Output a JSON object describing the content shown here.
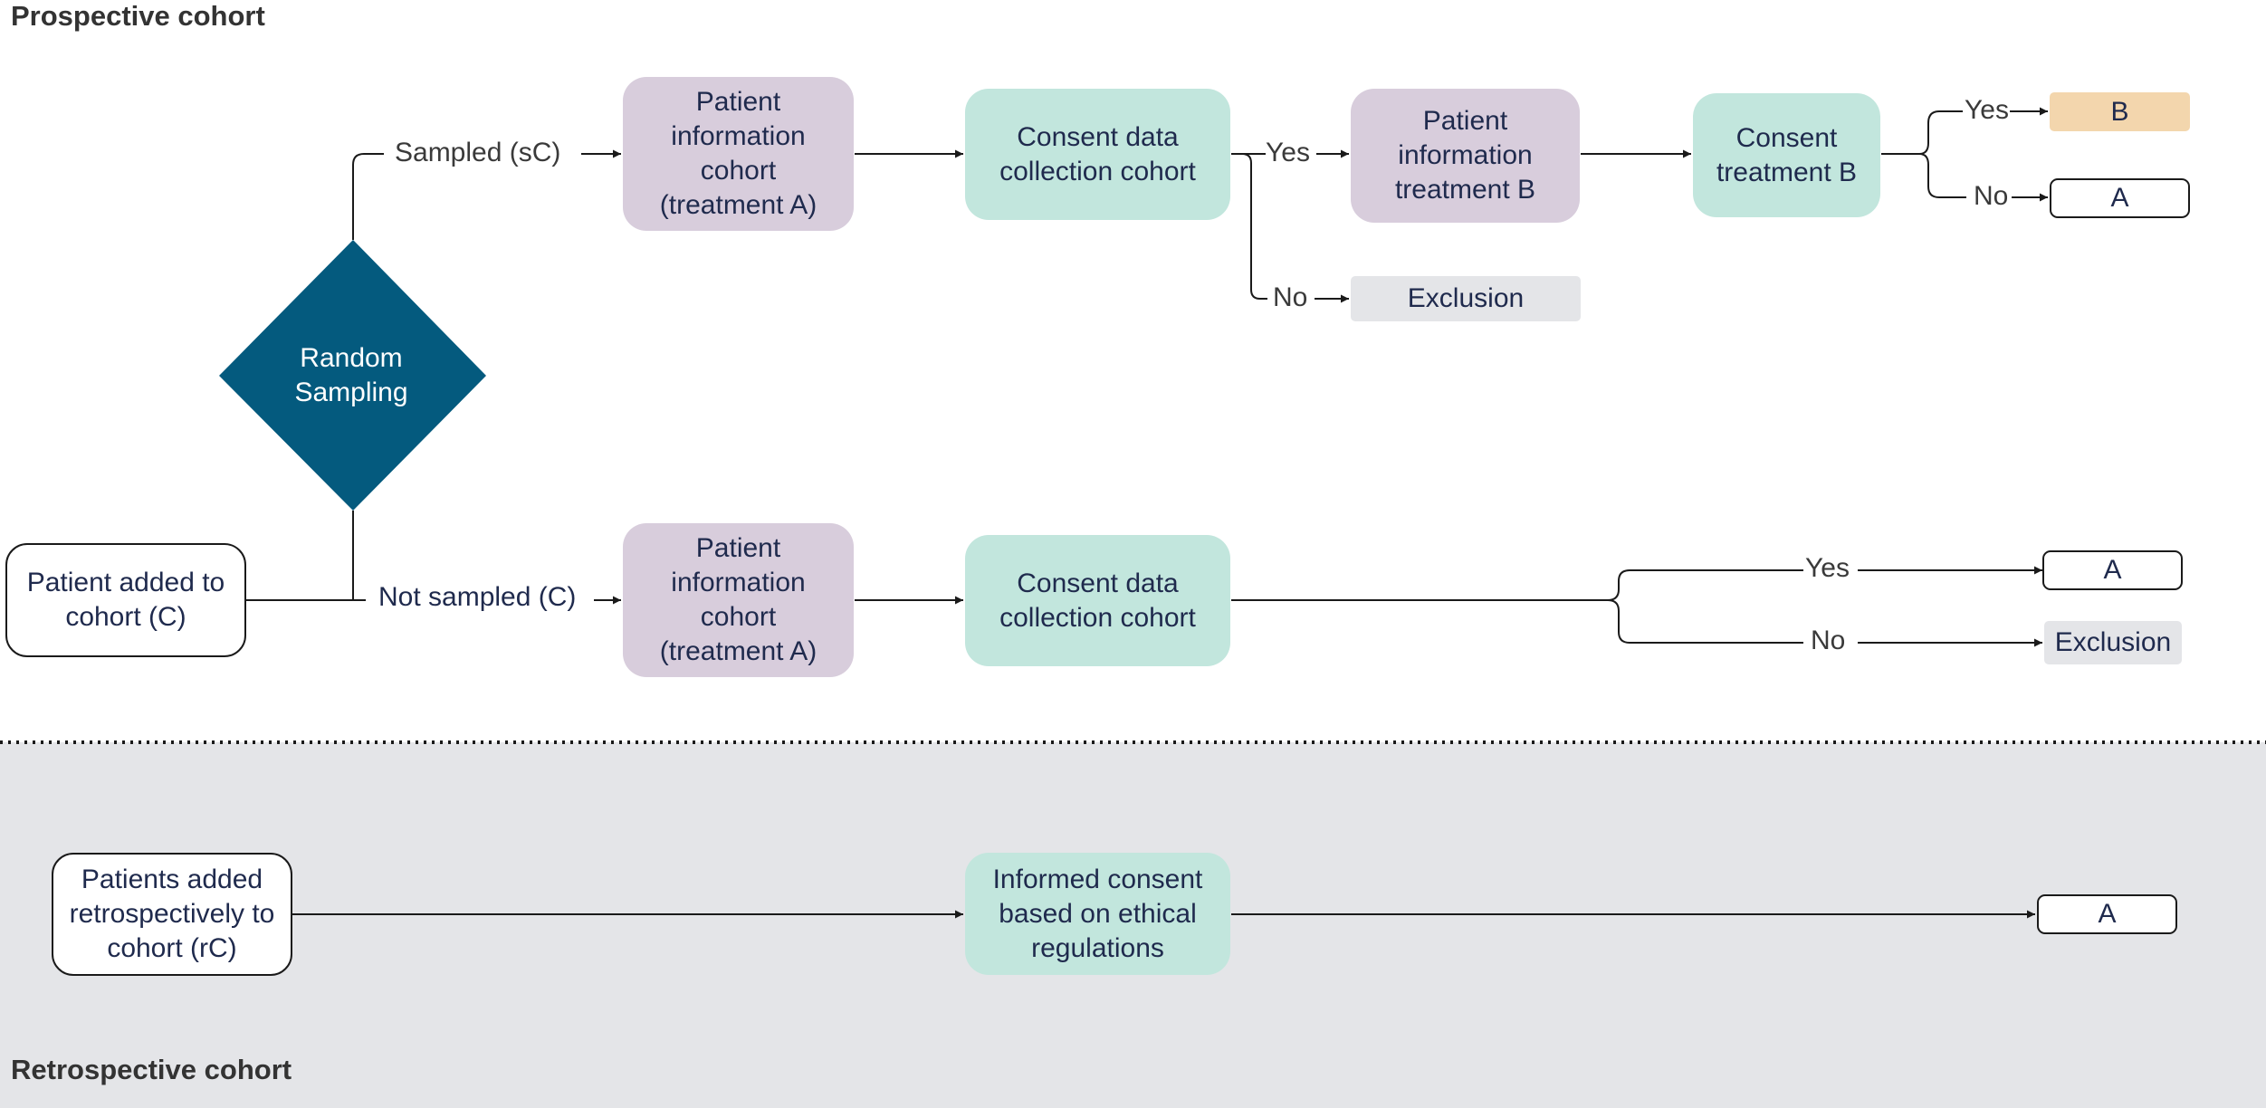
{
  "sections": {
    "prospective_title": "Prospective cohort",
    "retrospective_title": "Retrospective cohort"
  },
  "colors": {
    "diamond": "#045a7e",
    "patient_info": "#d8cddc",
    "consent": "#c2e6dd",
    "exclusion": "#e4e5e8",
    "outcome_b": "#f3d6ad",
    "retro_band": "#e4e5e8"
  },
  "nodes": {
    "random_sampling": "Random\nSampling",
    "patient_added": "Patient added to\ncohort (C)",
    "sampled_patient_info": "Patient\ninformation\ncohort\n(treatment A)",
    "sampled_consent": "Consent data\ncollection cohort",
    "patient_info_b": "Patient\ninformation\ntreatment B",
    "consent_b": "Consent\ntreatment B",
    "outcome_b": "B",
    "outcome_a_top": "A",
    "exclusion_top": "Exclusion",
    "notsampled_patient_info": "Patient\ninformation\ncohort\n(treatment A)",
    "notsampled_consent": "Consent data\ncollection cohort",
    "outcome_a_mid": "A",
    "exclusion_mid": "Exclusion",
    "retro_patients": "Patients added\nretrospectively to\ncohort (rC)",
    "informed_consent": "Informed consent\nbased on ethical\nregulations",
    "outcome_a_retro": "A"
  },
  "labels": {
    "sampled": "Sampled (sC)",
    "not_sampled": "Not sampled (C)",
    "yes_consent": "Yes",
    "no_consent": "No",
    "yes_b": "Yes",
    "no_b": "No",
    "yes_mid": "Yes",
    "no_mid": "No"
  }
}
